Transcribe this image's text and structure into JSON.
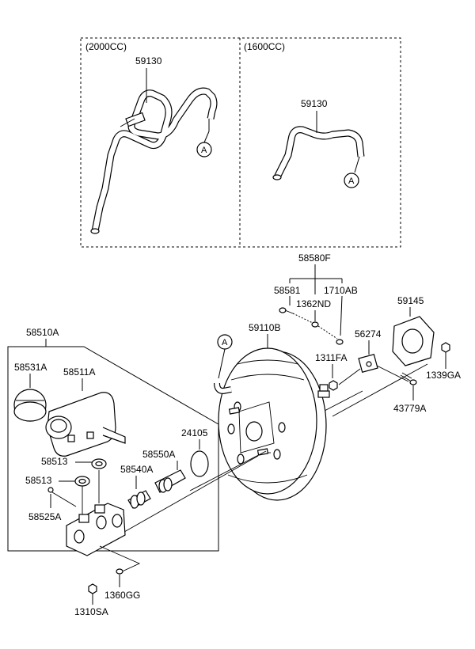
{
  "variants": {
    "left": "(2000CC)",
    "right": "(1600CC)"
  },
  "circle_marker": "A",
  "labels": {
    "p59130_a": "59130",
    "p59130_b": "59130",
    "p58580F": "58580F",
    "p58581": "58581",
    "p1362ND": "1362ND",
    "p1710AB": "1710AB",
    "p59145": "59145",
    "p58510A": "58510A",
    "p59110B": "59110B",
    "p56274": "56274",
    "p1311FA": "1311FA",
    "p1339GA": "1339GA",
    "p58531A": "58531A",
    "p58511A": "58511A",
    "p43779A": "43779A",
    "p24105": "24105",
    "p58550A": "58550A",
    "p58513_a": "58513",
    "p58540A": "58540A",
    "p58513_b": "58513",
    "p58525A": "58525A",
    "p1360GG": "1360GG",
    "p1310SA": "1310SA"
  }
}
